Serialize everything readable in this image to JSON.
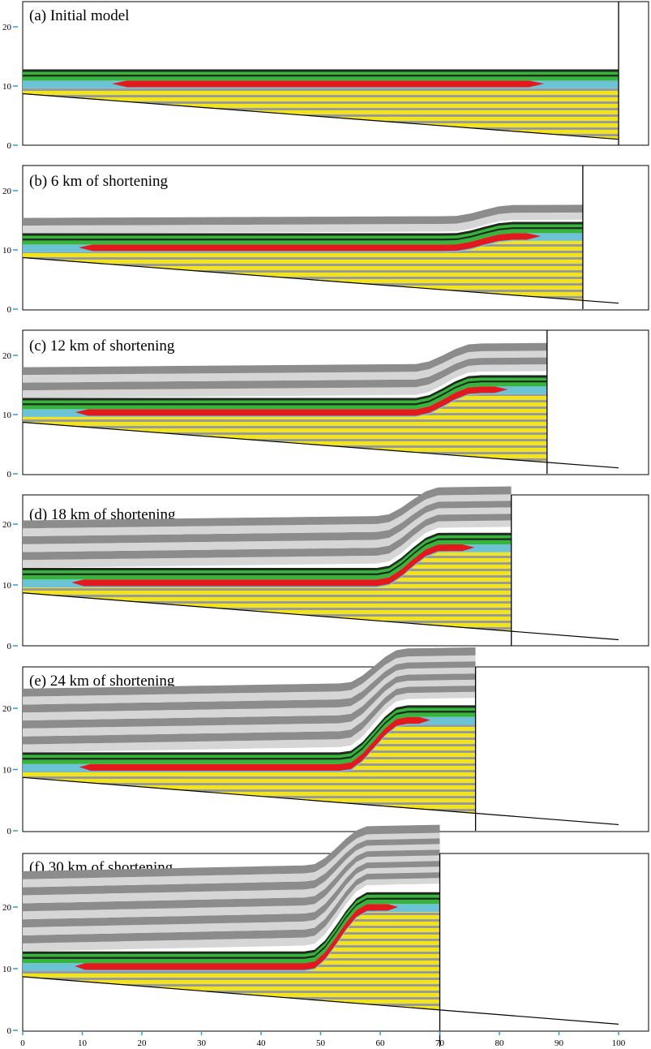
{
  "figure": {
    "panels": [
      {
        "label": "(a) Initial model",
        "shortening_km": 0,
        "wall_x_km": 100,
        "y_ticks": [
          "0",
          "10",
          "20"
        ]
      },
      {
        "label": "(b) 6 km of shortening",
        "shortening_km": 6,
        "wall_x_km": 94,
        "y_ticks": [
          "0",
          "10",
          "20"
        ]
      },
      {
        "label": "(c) 12 km of shortening",
        "shortening_km": 12,
        "wall_x_km": 88,
        "y_ticks": [
          "0",
          "10",
          "20"
        ]
      },
      {
        "label": "(d) 18 km of shortening",
        "shortening_km": 18,
        "wall_x_km": 82,
        "y_ticks": [
          "0",
          "10",
          "20"
        ]
      },
      {
        "label": "(e) 24 km of shortening",
        "shortening_km": 24,
        "wall_x_km": 76,
        "y_ticks": [
          "0",
          "10",
          "20"
        ]
      },
      {
        "label": "(f) 30 km of shortening",
        "shortening_km": 30,
        "wall_x_km": 70,
        "y_ticks": [
          "0",
          "10",
          "20"
        ]
      }
    ],
    "x_ticks": [
      "0",
      "10",
      "20",
      "30",
      "40",
      "50",
      "60",
      "70",
      "80",
      "90",
      "100"
    ],
    "basement_depth_km": {
      "x0": 8.7,
      "x100": 1
    },
    "colors": {
      "yellow": "#f2e41c",
      "gray": "#8c8c8c",
      "light_gray": "#d6d6d6",
      "cyan": "#6cc3d6",
      "red": "#e3191e",
      "green": "#38b33b",
      "dark": "#1e2a1e",
      "axis_tick": "#2f9fd0"
    }
  }
}
